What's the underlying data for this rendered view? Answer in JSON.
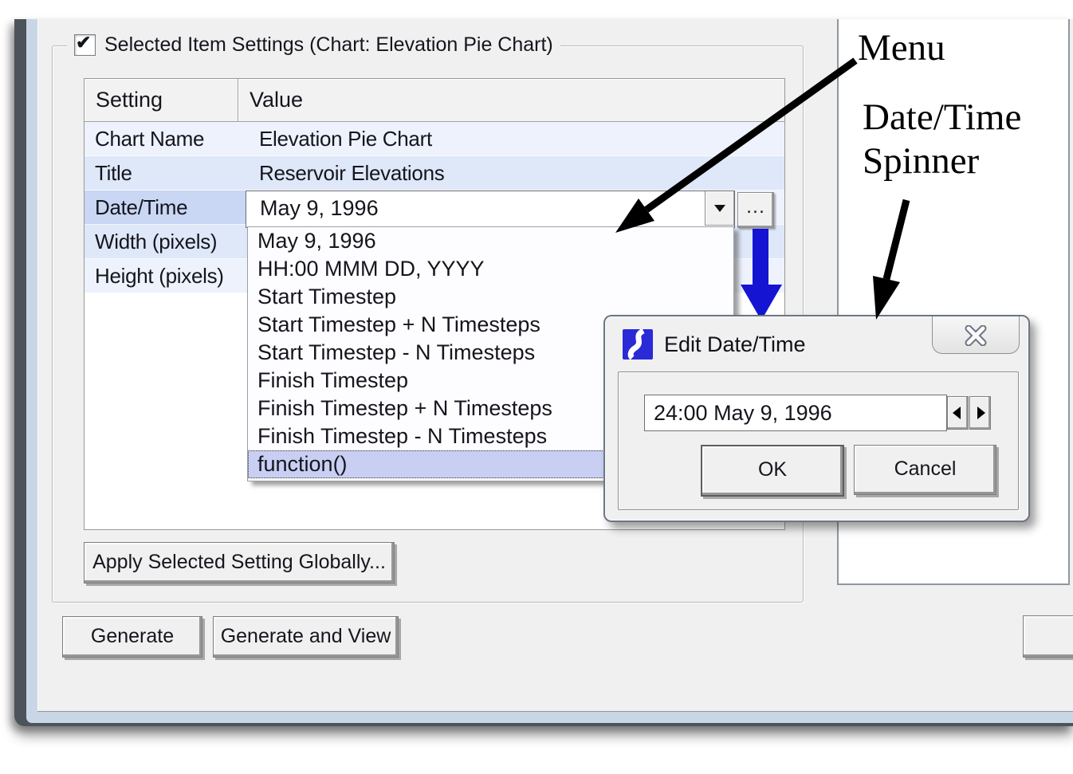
{
  "annotations": {
    "menu_label": "Menu",
    "spinner_line1": "Date/Time",
    "spinner_line2": "Spinner"
  },
  "group_box": {
    "title": "Selected Item Settings (Chart: Elevation Pie Chart)",
    "checkbox_checked": true,
    "checkbox_glyph": "✔"
  },
  "settings_table": {
    "columns": [
      "Setting",
      "Value"
    ],
    "rows": [
      {
        "setting": "Chart Name",
        "value": "Elevation Pie Chart"
      },
      {
        "setting": "Title",
        "value": "Reservoir Elevations"
      },
      {
        "setting": "Date/Time",
        "value": "May 9, 1996",
        "editing": true
      },
      {
        "setting": "Width (pixels)",
        "value": ""
      },
      {
        "setting": "Height (pixels)",
        "value": ""
      }
    ]
  },
  "datetime_editor": {
    "value": "May 9, 1996",
    "menu_button_label": "..."
  },
  "dropdown_menu": {
    "items": [
      "May 9, 1996",
      "HH:00 MMM DD, YYYY",
      "Start Timestep",
      "Start Timestep + N Timesteps",
      "Start Timestep - N Timesteps",
      "Finish Timestep",
      "Finish Timestep + N Timesteps",
      "Finish Timestep - N Timesteps",
      "function()"
    ],
    "selected_item": "function()"
  },
  "edit_dialog": {
    "title": "Edit Date/Time",
    "spinner_value": "24:00 May 9, 1996",
    "ok_label": "OK",
    "cancel_label": "Cancel"
  },
  "action_buttons": {
    "apply_label": "Apply Selected Setting Globally...",
    "generate_label": "Generate",
    "generate_and_view_label": "Generate and View"
  },
  "colors": {
    "window_glass": "#c9d6e5",
    "content_bg": "#f0f0f0",
    "row_stripe_a": "#eef2fc",
    "row_stripe_b": "#dfe8f9",
    "selected_cell": "#c9d6f4",
    "popup_selection": "#c9cff3",
    "callout_arrow_blue": "#1414d2",
    "app_icon_blue": "#2a2ad6"
  }
}
